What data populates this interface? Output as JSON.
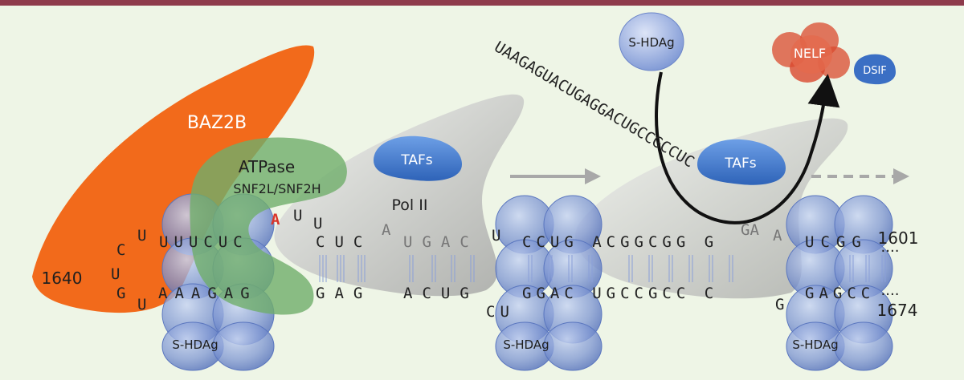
{
  "labels": {
    "baz2b": "BAZ2B",
    "atpase": "ATPase",
    "snf2": "SNF2L/SNF2H",
    "taf_left": "TAFs",
    "taf_right": "TAFs",
    "pol2": "Pol II",
    "shdag_top": "S-HDAg",
    "nelf": "NELF",
    "dsif": "DSIF",
    "shdag_b1": "S-HDAg",
    "shdag_b2": "S-HDAg",
    "shdag_b3": "S-HDAg",
    "pos_1640": "1640",
    "pos_1601": "1601",
    "pos_1674": "1674",
    "dots_1": "....",
    "dots_2": "....",
    "released_rna": "UAAGAGUACUGAGGACUGCCGCCUC"
  },
  "sequences": {
    "top_bulge": [
      "U",
      "C",
      "U"
    ],
    "top_main": "UUUCUC",
    "top_loop_A": "A",
    "top_loop_U1": "U",
    "top_loop_U2": "U",
    "top_mid": "CUC",
    "top_A": "A",
    "top_mid2": "UGAC",
    "top_U": "U",
    "top_right": "CCUG ACGGCGG G",
    "top_ga": "GA",
    "top_a": "A",
    "top_end": "UCGG",
    "bot_start": "G",
    "bot_U": "U",
    "bot_main": "AAAGAG",
    "bot_mid": "GAG",
    "bot_mid2": "ACUG",
    "bot_cu": "CU",
    "bot_right": "GGAC UGCCGCC C",
    "bot_G": "G",
    "bot_end": "GAGCC"
  },
  "colors": {
    "orange": "#f26a1b",
    "green": "#6fae6a",
    "blue": "#3b6fc4",
    "red": "#d9492e",
    "topbar": "#8e3b4c"
  }
}
